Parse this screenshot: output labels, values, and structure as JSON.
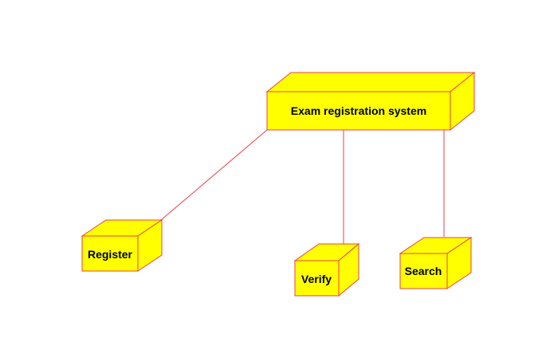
{
  "diagram": {
    "type": "deployment",
    "nodes": {
      "main": {
        "label": "Exam registration system"
      },
      "register": {
        "label": "Register"
      },
      "verify": {
        "label": "Verify"
      },
      "search": {
        "label": "Search"
      }
    },
    "connections": [
      {
        "from": "main",
        "to": "register"
      },
      {
        "from": "main",
        "to": "verify"
      },
      {
        "from": "main",
        "to": "search"
      }
    ]
  },
  "colors": {
    "node_fill": "#ffff00",
    "node_stroke": "#e8404a",
    "connector": "#e8404a",
    "label": "#000000"
  }
}
